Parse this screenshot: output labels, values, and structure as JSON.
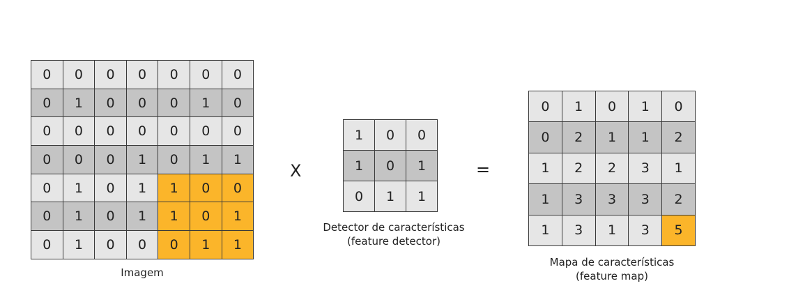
{
  "image": {
    "caption": "Imagem",
    "rows": [
      [
        "0",
        "0",
        "0",
        "0",
        "0",
        "0",
        "0"
      ],
      [
        "0",
        "1",
        "0",
        "0",
        "0",
        "1",
        "0"
      ],
      [
        "0",
        "0",
        "0",
        "0",
        "0",
        "0",
        "0"
      ],
      [
        "0",
        "0",
        "0",
        "1",
        "0",
        "1",
        "1"
      ],
      [
        "0",
        "1",
        "0",
        "1",
        "1",
        "0",
        "0"
      ],
      [
        "0",
        "1",
        "0",
        "1",
        "1",
        "0",
        "1"
      ],
      [
        "0",
        "1",
        "0",
        "0",
        "0",
        "1",
        "1"
      ]
    ],
    "highlight": {
      "row_start": 4,
      "row_end": 6,
      "col_start": 4,
      "col_end": 6
    }
  },
  "operators": {
    "multiply": "X",
    "equals": "="
  },
  "detector": {
    "caption_line1": "Detector de características",
    "caption_line2": "(feature detector)",
    "rows": [
      [
        "1",
        "0",
        "0"
      ],
      [
        "1",
        "0",
        "1"
      ],
      [
        "0",
        "1",
        "1"
      ]
    ]
  },
  "feature_map": {
    "caption_line1": "Mapa de características",
    "caption_line2": "(feature map)",
    "rows": [
      [
        "0",
        "1",
        "0",
        "1",
        "0"
      ],
      [
        "0",
        "2",
        "1",
        "1",
        "2"
      ],
      [
        "1",
        "2",
        "2",
        "3",
        "1"
      ],
      [
        "1",
        "3",
        "3",
        "3",
        "2"
      ],
      [
        "1",
        "3",
        "1",
        "3",
        "5"
      ]
    ],
    "highlight": {
      "row": 4,
      "col": 4
    }
  },
  "colors": {
    "light_row": "#e6e6e6",
    "dark_row": "#c4c4c4",
    "highlight": "#fbb52a"
  }
}
